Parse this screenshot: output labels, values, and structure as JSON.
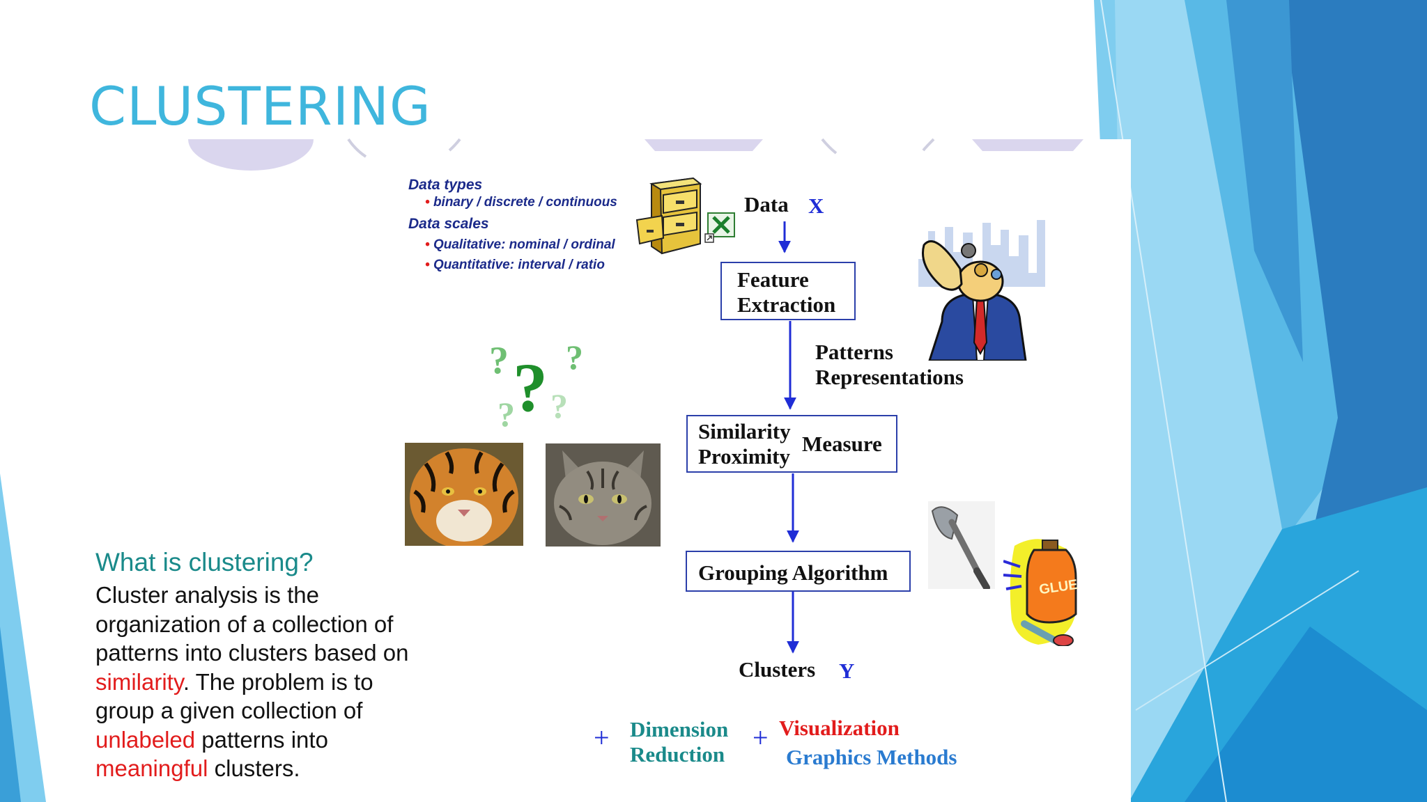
{
  "slide": {
    "title": "CLUSTERING"
  },
  "colors": {
    "accent": "#3fb6dd",
    "arrow": "#1f2dd6",
    "teal": "#1a8a8a",
    "red": "#e21c1c",
    "blue_text": "#2a7bd0",
    "box_border": "#2b3faa"
  },
  "data_panel": {
    "types_heading": "Data types",
    "types_item": "binary / discrete / continuous",
    "scales_heading": "Data scales",
    "scales_items": [
      "Qualitative: nominal / ordinal",
      "Quantitative: interval / ratio"
    ]
  },
  "flow": {
    "data_label": "Data",
    "data_symbol": "X",
    "feature_line1": "Feature",
    "feature_line2": "Extraction",
    "patterns_line1": "Patterns",
    "patterns_line2": "Representations",
    "similarity_line1": "Similarity",
    "similarity_line2": "Proximity",
    "measure": "Measure",
    "grouping": "Grouping Algorithm",
    "clusters_label": "Clusters",
    "clusters_symbol": "Y"
  },
  "extras": {
    "plus": "+",
    "dimension_line1": "Dimension",
    "dimension_line2": "Reduction",
    "visualization": "Visualization",
    "graphics_methods": "Graphics Methods"
  },
  "icons": [
    "file-cabinet-icon",
    "excel-icon",
    "question-marks-icon",
    "thinking-man-icon",
    "axe-icon",
    "glue-bottle-icon"
  ],
  "glue_label": "GLUE",
  "definition": {
    "heading": "What is clustering?",
    "p1": "Cluster analysis is the",
    "p2": "organization of a collection of",
    "p3": "patterns into clusters based on",
    "similarity": "similarity",
    "p4": ". The problem is to",
    "p5": "group a given collection of",
    "unlabeled": "unlabeled",
    "p6": " patterns into",
    "meaningful": "meaningful",
    "p7": " clusters."
  }
}
